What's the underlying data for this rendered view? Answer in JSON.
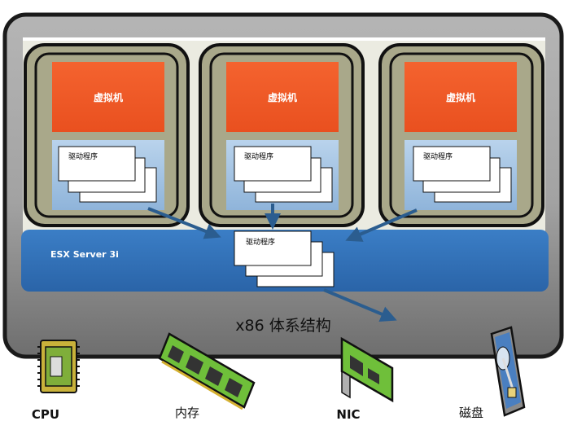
{
  "vms": [
    {
      "label": "虚拟机",
      "driver_label": "驱动程序"
    },
    {
      "label": "虚拟机",
      "driver_label": "驱动程序"
    },
    {
      "label": "虚拟机",
      "driver_label": "驱动程序"
    }
  ],
  "hypervisor": {
    "label": "ESX Server 3i",
    "driver_label": "驱动程序"
  },
  "architecture_label": "x86 体系结构",
  "hardware": [
    {
      "label": "CPU",
      "icon": "cpu-chip-icon"
    },
    {
      "label": "内存",
      "icon": "memory-module-icon"
    },
    {
      "label": "NIC",
      "icon": "network-card-icon"
    },
    {
      "label": "磁盘",
      "icon": "hard-disk-icon"
    }
  ],
  "colors": {
    "vm_orange": "#f2582a",
    "esx_blue": "#2f6fb8",
    "driver_panel": "#a8c7e6",
    "frame_gray": "#9a9a9a",
    "vm_olive": "#a9a88a",
    "arrow": "#2b5d8f"
  }
}
